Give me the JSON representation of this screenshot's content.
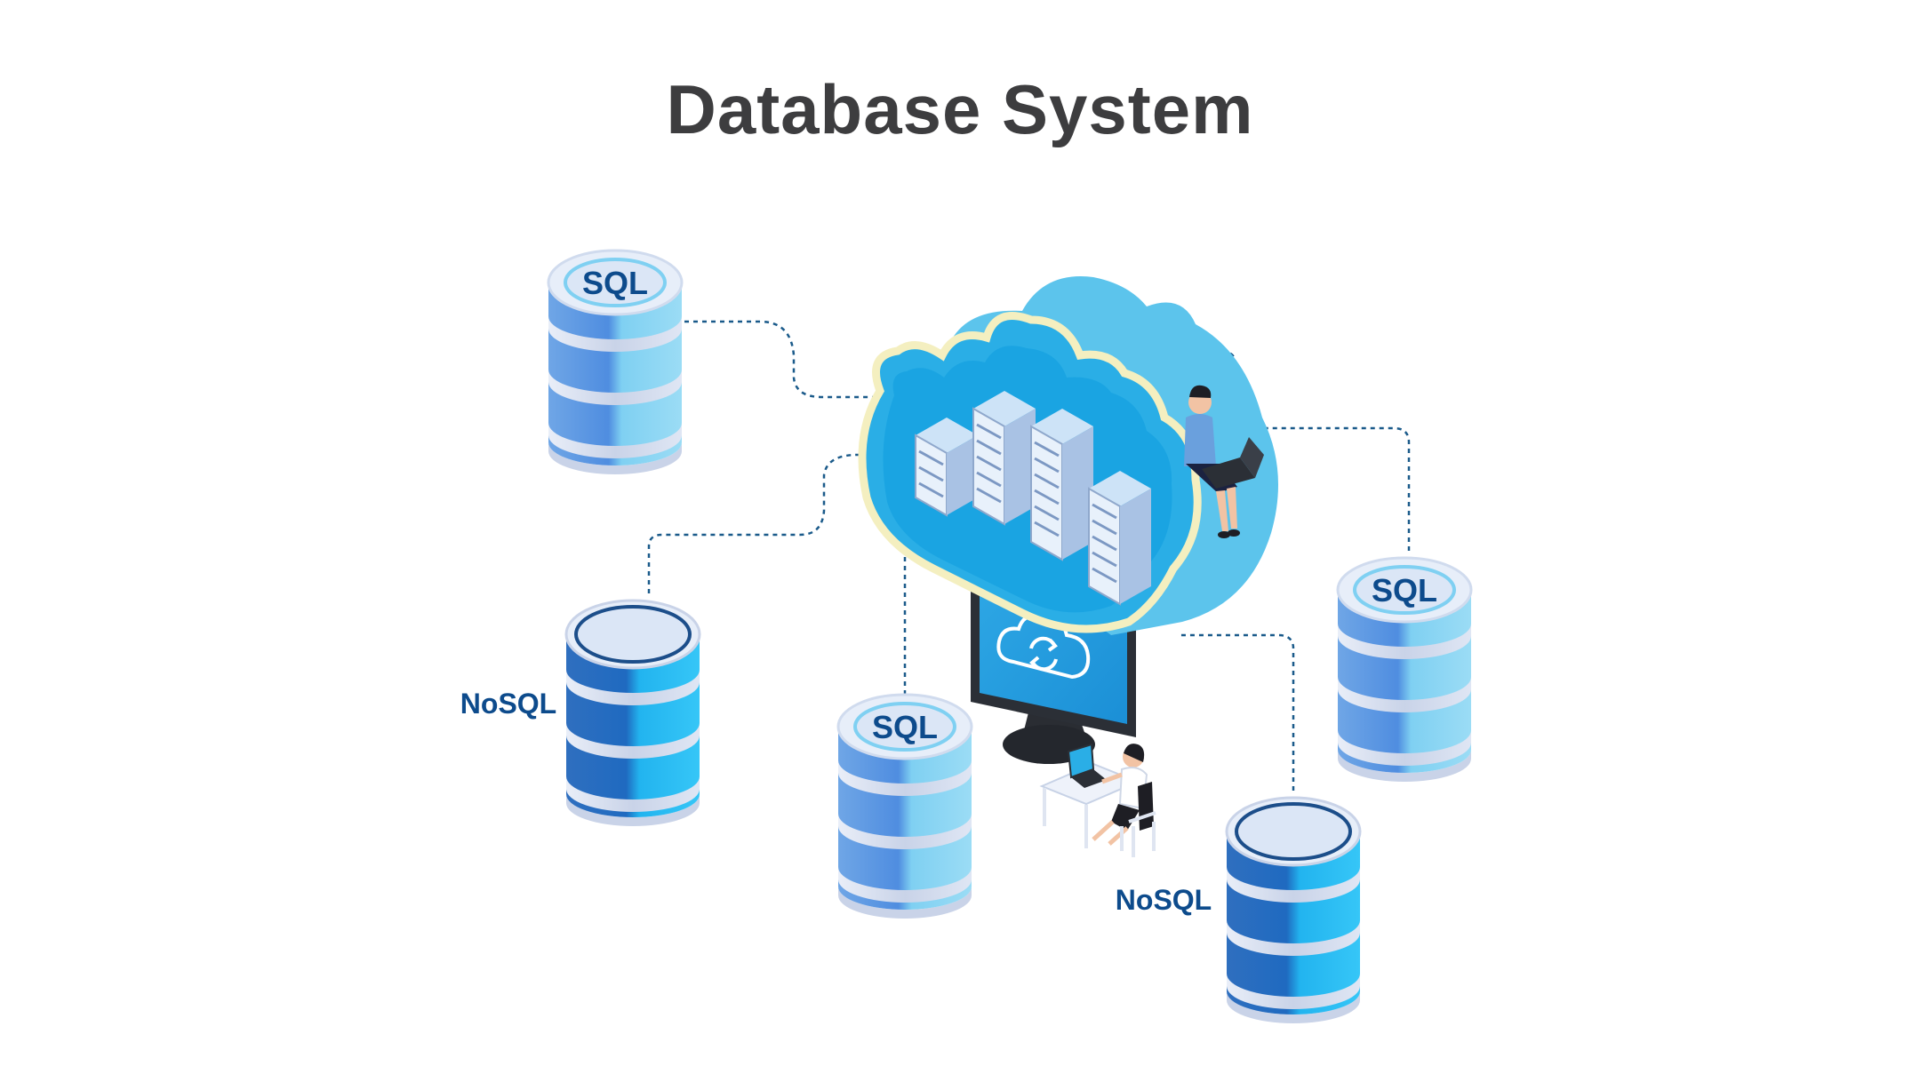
{
  "title": "Database System",
  "databases": [
    {
      "id": "db1",
      "label": "SQL",
      "kind": "sql"
    },
    {
      "id": "db2",
      "label": "NoSQL",
      "kind": "nosql"
    },
    {
      "id": "db3",
      "label": "SQL",
      "kind": "sql"
    },
    {
      "id": "db4",
      "label": "SQL",
      "kind": "sql"
    },
    {
      "id": "db5",
      "label": "NoSQL",
      "kind": "nosql"
    }
  ],
  "colors": {
    "title": "#3d3d3f",
    "label": "#0d4b8c",
    "cloud": "#6ccbee",
    "cloud_outline": "#f4efc0",
    "connector": "#1a5a8a",
    "disk_top": "#dbe6f6"
  },
  "icons": [
    "cloud-icon",
    "server-rack-icon",
    "monitor-icon",
    "sync-icon",
    "person-icon",
    "laptop-icon",
    "database-icon"
  ]
}
